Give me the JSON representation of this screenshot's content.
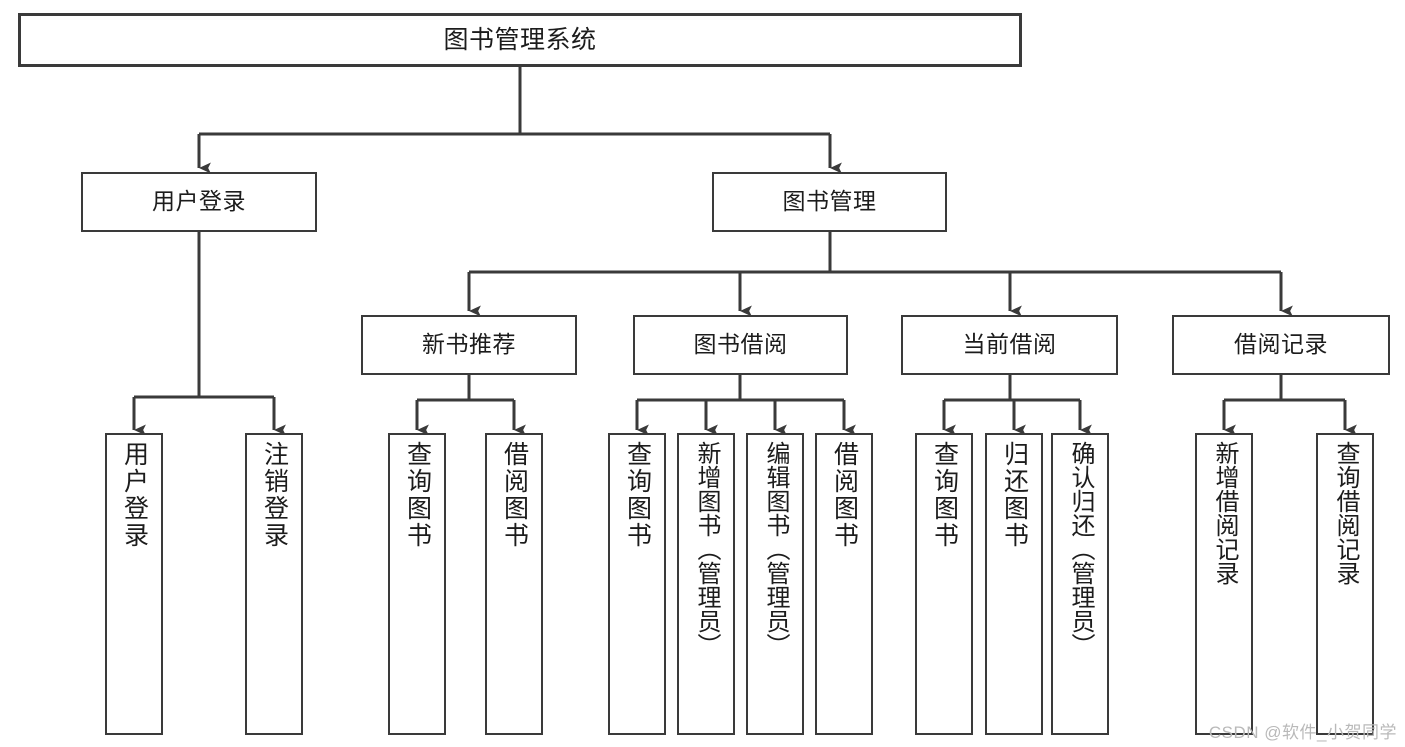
{
  "diagram": {
    "title": "图书管理系统",
    "type": "tree",
    "watermark": "CSDN @软件_小贺同学",
    "colors": {
      "background": "#ffffff",
      "box_border": "#3a3a3a",
      "box_fill": "#ffffff",
      "text": "#1c1c1c",
      "connector": "#3a3a3a",
      "watermark": "#b9b9b9"
    },
    "root": {
      "label": "图书管理系统"
    },
    "level2": [
      {
        "label": "用户登录"
      },
      {
        "label": "图书管理"
      }
    ],
    "level3": [
      {
        "label": "新书推荐"
      },
      {
        "label": "图书借阅"
      },
      {
        "label": "当前借阅"
      },
      {
        "label": "借阅记录"
      }
    ],
    "leaves": {
      "user_login": [
        {
          "label": "用户登录"
        },
        {
          "label": "注销登录"
        }
      ],
      "new_book": [
        {
          "label": "查询图书"
        },
        {
          "label": "借阅图书"
        }
      ],
      "book_borrow": [
        {
          "label": "查询图书"
        },
        {
          "label": "新增图书（管理员）"
        },
        {
          "label": "编辑图书（管理员）"
        },
        {
          "label": "借阅图书"
        }
      ],
      "current_borrow": [
        {
          "label": "查询图书"
        },
        {
          "label": "归还图书"
        },
        {
          "label": "确认归还（管理员）"
        }
      ],
      "borrow_record": [
        {
          "label": "新增借阅记录"
        },
        {
          "label": "查询借阅记录"
        }
      ]
    }
  }
}
